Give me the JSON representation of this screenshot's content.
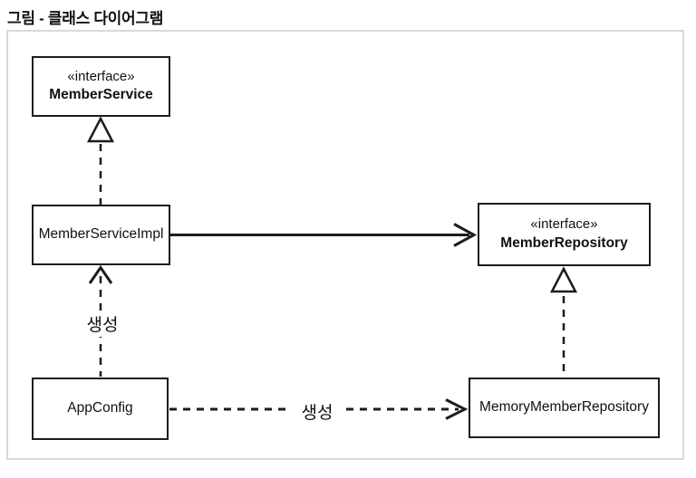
{
  "title": "그림 - 클래스 다이어그램",
  "diagram": {
    "type": "uml-class-diagram",
    "nodes": {
      "memberService": {
        "stereotype": "«interface»",
        "name": "MemberService"
      },
      "memberServiceImpl": {
        "name": "MemberServiceImpl"
      },
      "memberRepository": {
        "stereotype": "«interface»",
        "name": "MemberRepository"
      },
      "appConfig": {
        "name": "AppConfig"
      },
      "memoryMemberRepository": {
        "name": "MemoryMemberRepository"
      }
    },
    "relations": [
      {
        "from": "MemberServiceImpl",
        "to": "MemberService",
        "type": "realization-dashed-hollow-triangle",
        "label": ""
      },
      {
        "from": "MemberServiceImpl",
        "to": "MemberRepository",
        "type": "association-solid-open-arrow",
        "label": ""
      },
      {
        "from": "AppConfig",
        "to": "MemberServiceImpl",
        "type": "dependency-dashed-open-arrow",
        "label": "생성"
      },
      {
        "from": "AppConfig",
        "to": "MemoryMemberRepository",
        "type": "dependency-dashed-open-arrow",
        "label": "생성"
      },
      {
        "from": "MemoryMemberRepository",
        "to": "MemberRepository",
        "type": "realization-dashed-hollow-triangle",
        "label": ""
      }
    ],
    "colors": {
      "line": "#1c1c1c",
      "box_border": "#1c1c1c",
      "frame_border": "#d9d9d9",
      "background": "#ffffff",
      "text": "#111111"
    }
  }
}
